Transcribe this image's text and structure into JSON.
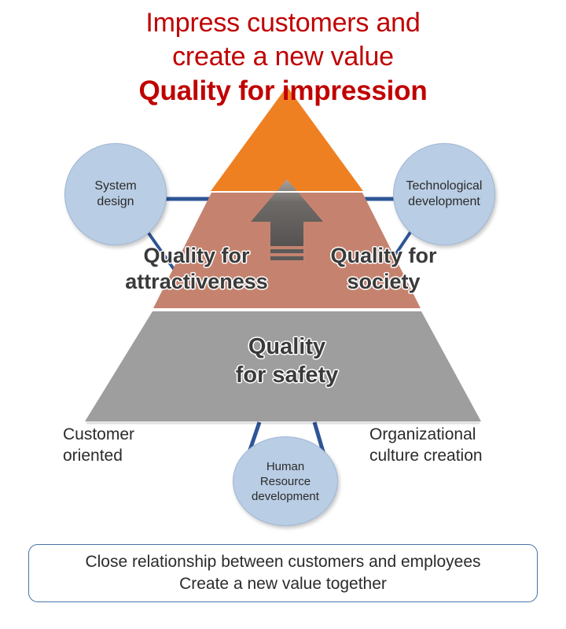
{
  "title": {
    "line1": "Impress customers and",
    "line2": "create a new value",
    "line3": "Quality for impression",
    "color": "#c00000"
  },
  "pyramid": {
    "tiers": [
      {
        "name": "apex",
        "label": "",
        "color": "#ef8022"
      },
      {
        "name": "attractiveness",
        "label": "Quality for\nattractiveness",
        "color": "#c5836f"
      },
      {
        "name": "society",
        "label": "Quality for\nsociety",
        "color": "#c5836f"
      },
      {
        "name": "safety",
        "label": "Quality\nfor safety",
        "color": "#9e9e9e"
      }
    ],
    "label_attractiveness_l1": "Quality for",
    "label_attractiveness_l2": "attractiveness",
    "label_society_l1": "Quality for",
    "label_society_l2": "society",
    "label_safety_l1": "Quality",
    "label_safety_l2": "for safety",
    "arrow_color": "#5a5a5a"
  },
  "circles": {
    "system_design": {
      "line1": "System",
      "line2": "design"
    },
    "technological_development": {
      "line1": "Technological",
      "line2": "development"
    },
    "human_resource_development": {
      "line1": "Human",
      "line2": "Resource",
      "line3": "development"
    },
    "fill": "#b9cde4",
    "connector_color": "#2e5596"
  },
  "captions": {
    "customer_oriented_l1": "Customer",
    "customer_oriented_l2": "oriented",
    "organizational_culture_l1": "Organizational",
    "organizational_culture_l2": "culture creation"
  },
  "footer": {
    "line1": "Close relationship between customers and employees",
    "line2": "Create a new value together",
    "border_color": "#4573a7"
  }
}
